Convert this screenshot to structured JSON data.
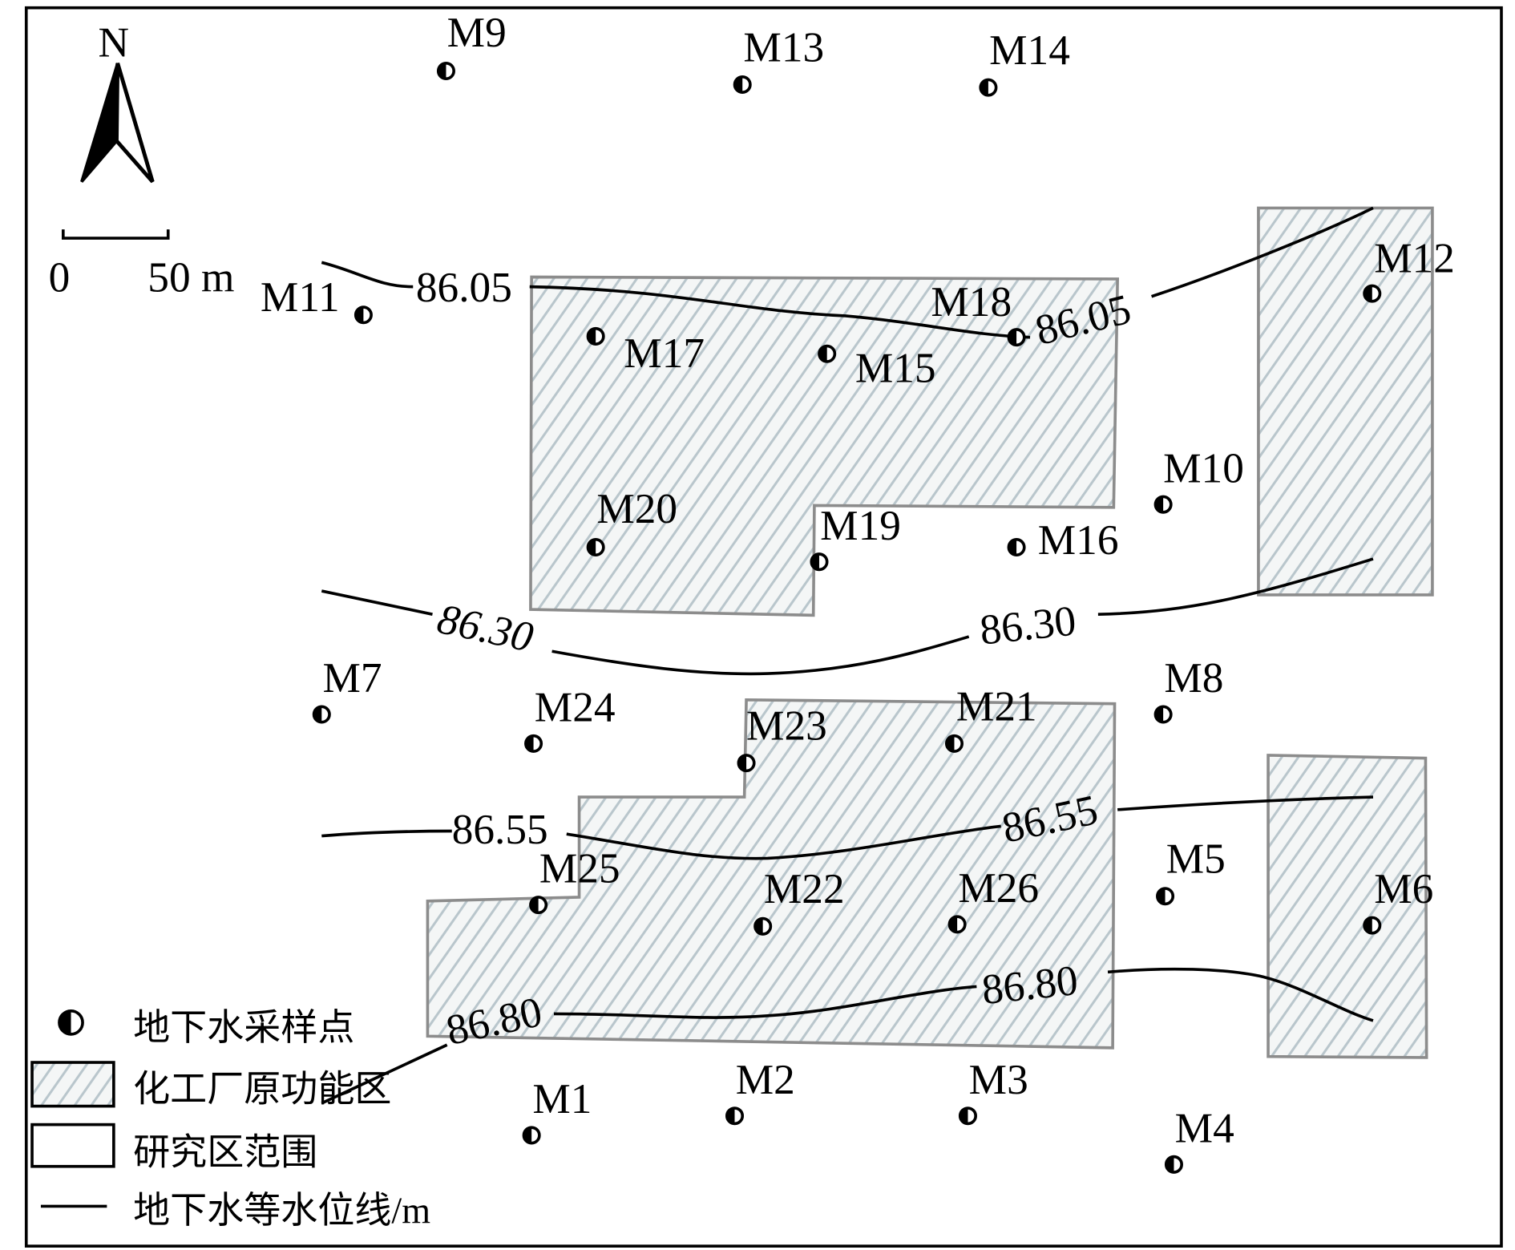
{
  "north_label": "N",
  "scale": {
    "start": "0",
    "end": "50 m"
  },
  "sample_points": [
    {
      "id": "M9",
      "label": "M9"
    },
    {
      "id": "M13",
      "label": "M13"
    },
    {
      "id": "M14",
      "label": "M14"
    },
    {
      "id": "M11",
      "label": "M11"
    },
    {
      "id": "M17",
      "label": "M17"
    },
    {
      "id": "M15",
      "label": "M15"
    },
    {
      "id": "M18",
      "label": "M18"
    },
    {
      "id": "M12",
      "label": "M12"
    },
    {
      "id": "M10",
      "label": "M10"
    },
    {
      "id": "M20",
      "label": "M20"
    },
    {
      "id": "M19",
      "label": "M19"
    },
    {
      "id": "M16",
      "label": "M16"
    },
    {
      "id": "M7",
      "label": "M7"
    },
    {
      "id": "M24",
      "label": "M24"
    },
    {
      "id": "M23",
      "label": "M23"
    },
    {
      "id": "M21",
      "label": "M21"
    },
    {
      "id": "M8",
      "label": "M8"
    },
    {
      "id": "M25",
      "label": "M25"
    },
    {
      "id": "M22",
      "label": "M22"
    },
    {
      "id": "M26",
      "label": "M26"
    },
    {
      "id": "M5",
      "label": "M5"
    },
    {
      "id": "M6",
      "label": "M6"
    },
    {
      "id": "M1",
      "label": "M1"
    },
    {
      "id": "M2",
      "label": "M2"
    },
    {
      "id": "M3",
      "label": "M3"
    },
    {
      "id": "M4",
      "label": "M4"
    }
  ],
  "contours": [
    {
      "value": "86.05",
      "labels": [
        "86.05",
        "86.05"
      ]
    },
    {
      "value": "86.30",
      "labels": [
        "86.30",
        "86.30"
      ]
    },
    {
      "value": "86.55",
      "labels": [
        "86.55",
        "86.55"
      ]
    },
    {
      "value": "86.80",
      "labels": [
        "86.80",
        "86.80"
      ]
    }
  ],
  "legend": {
    "sample_point": "地下水采样点",
    "factory_zone": "化工厂原功能区",
    "study_area": "研究区范围",
    "contour_line": "地下水等水位线/m"
  },
  "colors": {
    "hatch": "#b9c6cc",
    "zone_border": "#8c8c8c"
  }
}
